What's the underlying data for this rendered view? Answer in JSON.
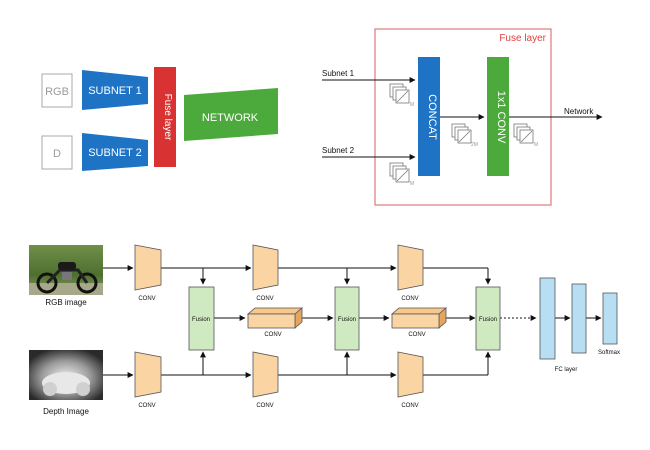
{
  "colors": {
    "blue": "#1f73c4",
    "red": "#d93232",
    "green": "#4ca93c",
    "fuse_border": "#e07a7a",
    "conv_fill": "#fbd4a4",
    "conv_stroke": "#555555",
    "fusion_fill": "#cfeac0",
    "fc_fill": "#b8def3"
  },
  "top_left": {
    "input_rgb": "RGB",
    "input_depth": "D",
    "subnet1": "SUBNET 1",
    "subnet2": "SUBNET 2",
    "fuse": "Fuse layer",
    "network": "NETWORK"
  },
  "top_right": {
    "title": "Fuse layer",
    "subnet1": "Subnet 1",
    "subnet2": "Subnet 2",
    "concat": "CONCAT",
    "conv1x1": "1x1 CONV",
    "output": "Network",
    "dim_m": "M",
    "dim_2m": "2M"
  },
  "bottom": {
    "rgb_caption": "RGB image",
    "depth_caption": "Depth Image",
    "conv": "CONV",
    "fusion": "Fusion",
    "fc_layer": "FC layer",
    "softmax": "Softmax"
  }
}
